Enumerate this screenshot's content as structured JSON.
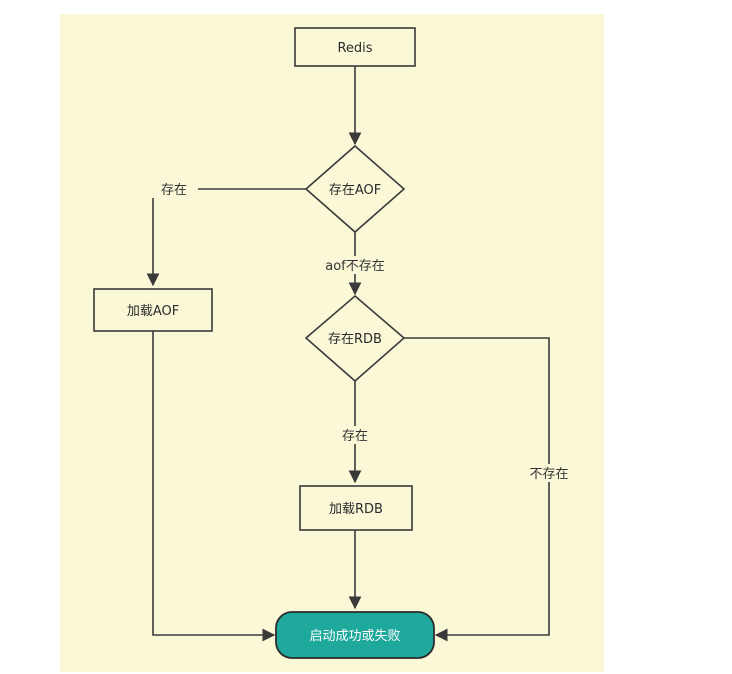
{
  "colors": {
    "background": "#fbf8d8",
    "node_border": "#3a3a3a",
    "edge": "#3a3a3a",
    "terminal_fill": "#1fa89c"
  },
  "nodes": {
    "redis": "Redis",
    "aof_exists": "存在AOF",
    "load_aof": "加载AOF",
    "rdb_exists": "存在RDB",
    "load_rdb": "加载RDB",
    "result": "启动成功或失败"
  },
  "edges": {
    "aof_yes": "存在",
    "aof_no": "aof不存在",
    "rdb_yes": "存在",
    "rdb_no": "不存在"
  }
}
